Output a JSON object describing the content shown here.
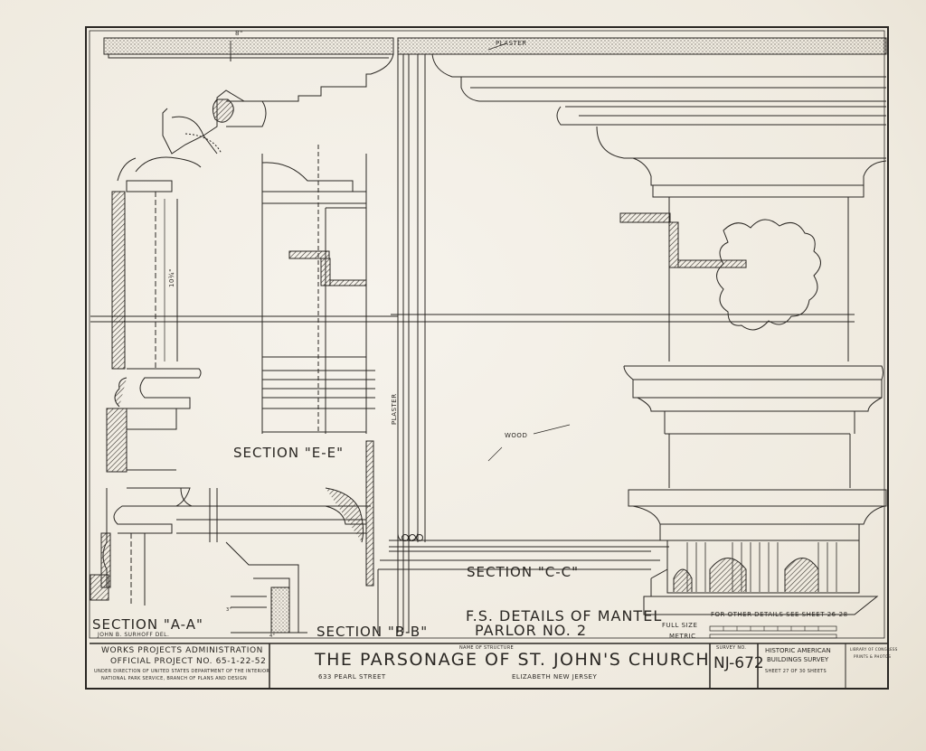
{
  "sections": {
    "e": "SECTION \"E-E\"",
    "c": "SECTION \"C-C\"",
    "a": "SECTION \"A-A\"",
    "b": "SECTION \"B-B\""
  },
  "callouts": {
    "plaster_top": "PLASTER",
    "plaster_side": "PLASTER",
    "wood": "WOOD",
    "dim_8": "8\"",
    "dim_10": "10¾\"",
    "dim_b1": "3\"",
    "dim_b2": "4\""
  },
  "delineator": "JOHN B. SURHOFF  DEL.",
  "drawing_title": {
    "line1": "F.S. DETAILS OF MANTEL",
    "line2": "PARLOR NO. 2"
  },
  "scale": {
    "full_size": "FULL SIZE",
    "metric": "METRIC",
    "other_details": "FOR OTHER DETAILS SEE SHEET 26-28"
  },
  "title_block": {
    "wpa_line1": "WORKS PROJECTS ADMINISTRATION",
    "wpa_line2": "OFFICIAL PROJECT NO. 65-1-22-52",
    "wpa_line3": "UNDER DIRECTION OF UNITED STATES DEPARTMENT OF THE INTERIOR",
    "wpa_line4": "NATIONAL PARK SERVICE, BRANCH OF PLANS AND DESIGN",
    "name_caption": "NAME OF STRUCTURE",
    "structure_name": "THE PARSONAGE OF ST. JOHN'S CHURCH",
    "street": "633  PEARL  STREET",
    "city": "ELIZABETH   NEW  JERSEY",
    "survey_caption": "SURVEY NO.",
    "survey_no": "NJ-672",
    "habs_line1": "HISTORIC AMERICAN",
    "habs_line2": "BUILDINGS SURVEY",
    "sheet_info": "SHEET 27 OF 30 SHEETS",
    "library1": "LIBRARY OF CONGRESS",
    "library2": "PRINTS & PHOTOS"
  }
}
